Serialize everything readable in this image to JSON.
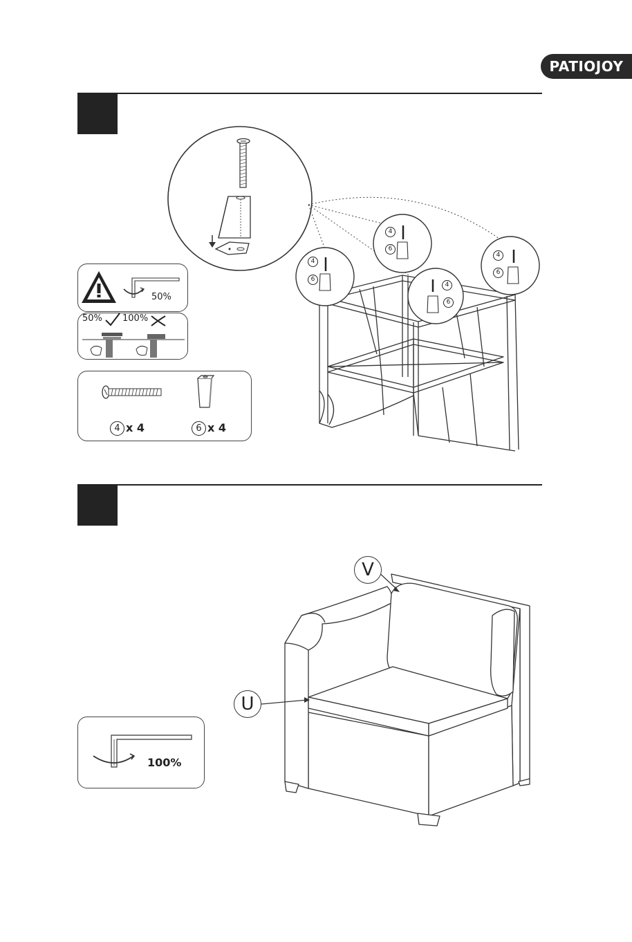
{
  "brand": {
    "logo": "PATIOJOY",
    "color": "#2a2a2a"
  },
  "step1": {
    "warning_icon": "warning-triangle-icon",
    "wrench_icon": "allen-key-icon",
    "tighten_label": "50%",
    "check_label": "50%",
    "cross_label": "100%",
    "parts": [
      {
        "number": "4",
        "qty": "x 4"
      },
      {
        "number": "6",
        "qty": "x 4"
      }
    ],
    "leg_markers": [
      {
        "screw": "4",
        "leg": "6"
      },
      {
        "screw": "4",
        "leg": "6"
      },
      {
        "screw": "4",
        "leg": "6"
      },
      {
        "screw": "4",
        "leg": "6"
      }
    ]
  },
  "step2": {
    "wrench_icon": "allen-key-icon",
    "tighten_label": "100%",
    "labels": {
      "back_cushion": "V",
      "seat_cushion": "U"
    }
  }
}
